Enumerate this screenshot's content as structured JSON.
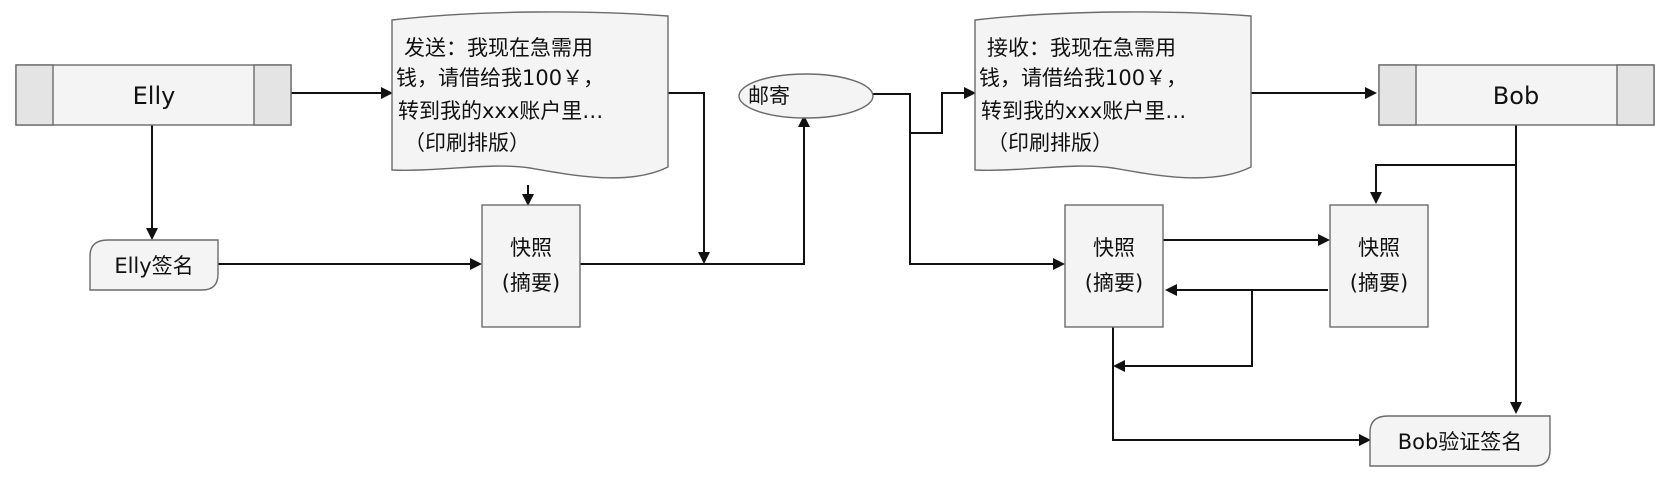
{
  "colors": {
    "node_fill": "#f4f4f4",
    "node_side_fill": "#e4e4e4",
    "node_stroke": "#6b6b6b",
    "edge": "#111111",
    "text": "#111111"
  },
  "nodes": {
    "elly": {
      "label": "Elly"
    },
    "bob": {
      "label": "Bob"
    },
    "send_doc": {
      "lines": [
        "发送：我现在急需用",
        "钱，请借给我100￥，",
        "转到我的xxx账户里…",
        "（印刷排版）"
      ]
    },
    "receive_doc": {
      "lines": [
        "接收：我现在急需用",
        "钱，请借给我100￥，",
        "转到我的xxx账户里…",
        "（印刷排版）"
      ]
    },
    "mail": {
      "label": "邮寄"
    },
    "elly_signature": {
      "label": "Elly签名"
    },
    "bob_verify": {
      "label": "Bob验证签名"
    },
    "snapshot_sender": {
      "lines": [
        "快照",
        "(摘要)"
      ]
    },
    "snapshot_receiver_left": {
      "lines": [
        "快照",
        "(摘要)"
      ]
    },
    "snapshot_receiver_right": {
      "lines": [
        "快照",
        "(摘要)"
      ]
    }
  }
}
